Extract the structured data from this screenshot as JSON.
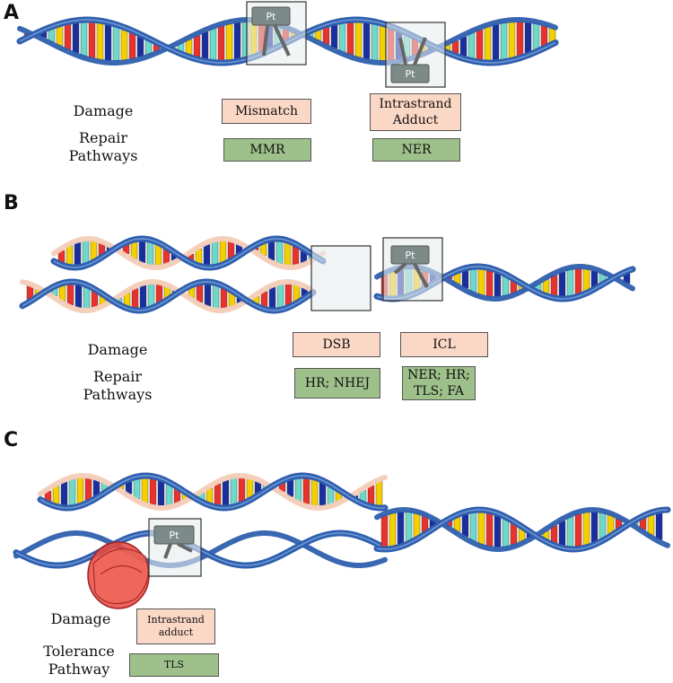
{
  "panels": {
    "a": {
      "letter": "A",
      "damage_label": "Damage",
      "repair_label_1": "Repair",
      "repair_label_2": "Pathways",
      "damage_mismatch": "Mismatch",
      "damage_adduct_1": "Intrastrand",
      "damage_adduct_2": "Adduct",
      "repair_mmr": "MMR",
      "repair_ner": "NER",
      "pt_label": "Pt"
    },
    "b": {
      "letter": "B",
      "damage_label": "Damage",
      "repair_label_1": "Repair",
      "repair_label_2": "Pathways",
      "damage_dsb": "DSB",
      "damage_icl": "ICL",
      "repair_hr_nhej": "HR; NHEJ",
      "repair_icl_1": "NER; HR;",
      "repair_icl_2": "TLS; FA",
      "pt_label": "Pt"
    },
    "c": {
      "letter": "C",
      "damage_label": "Damage",
      "tolerance_label_1": "Tolerance",
      "tolerance_label_2": "Pathway",
      "damage_adduct_1": "Intrastrand",
      "damage_adduct_2": "adduct",
      "pathway_tls": "TLS",
      "pt_label": "Pt"
    }
  },
  "colors": {
    "backbone": "#2f5fae",
    "backbone_light": "#f3cdb8",
    "damage_box": "#fbd7c6",
    "repair_box": "#9ec08a",
    "platinum": "#7c8a88",
    "polymerase": "#e04040"
  }
}
